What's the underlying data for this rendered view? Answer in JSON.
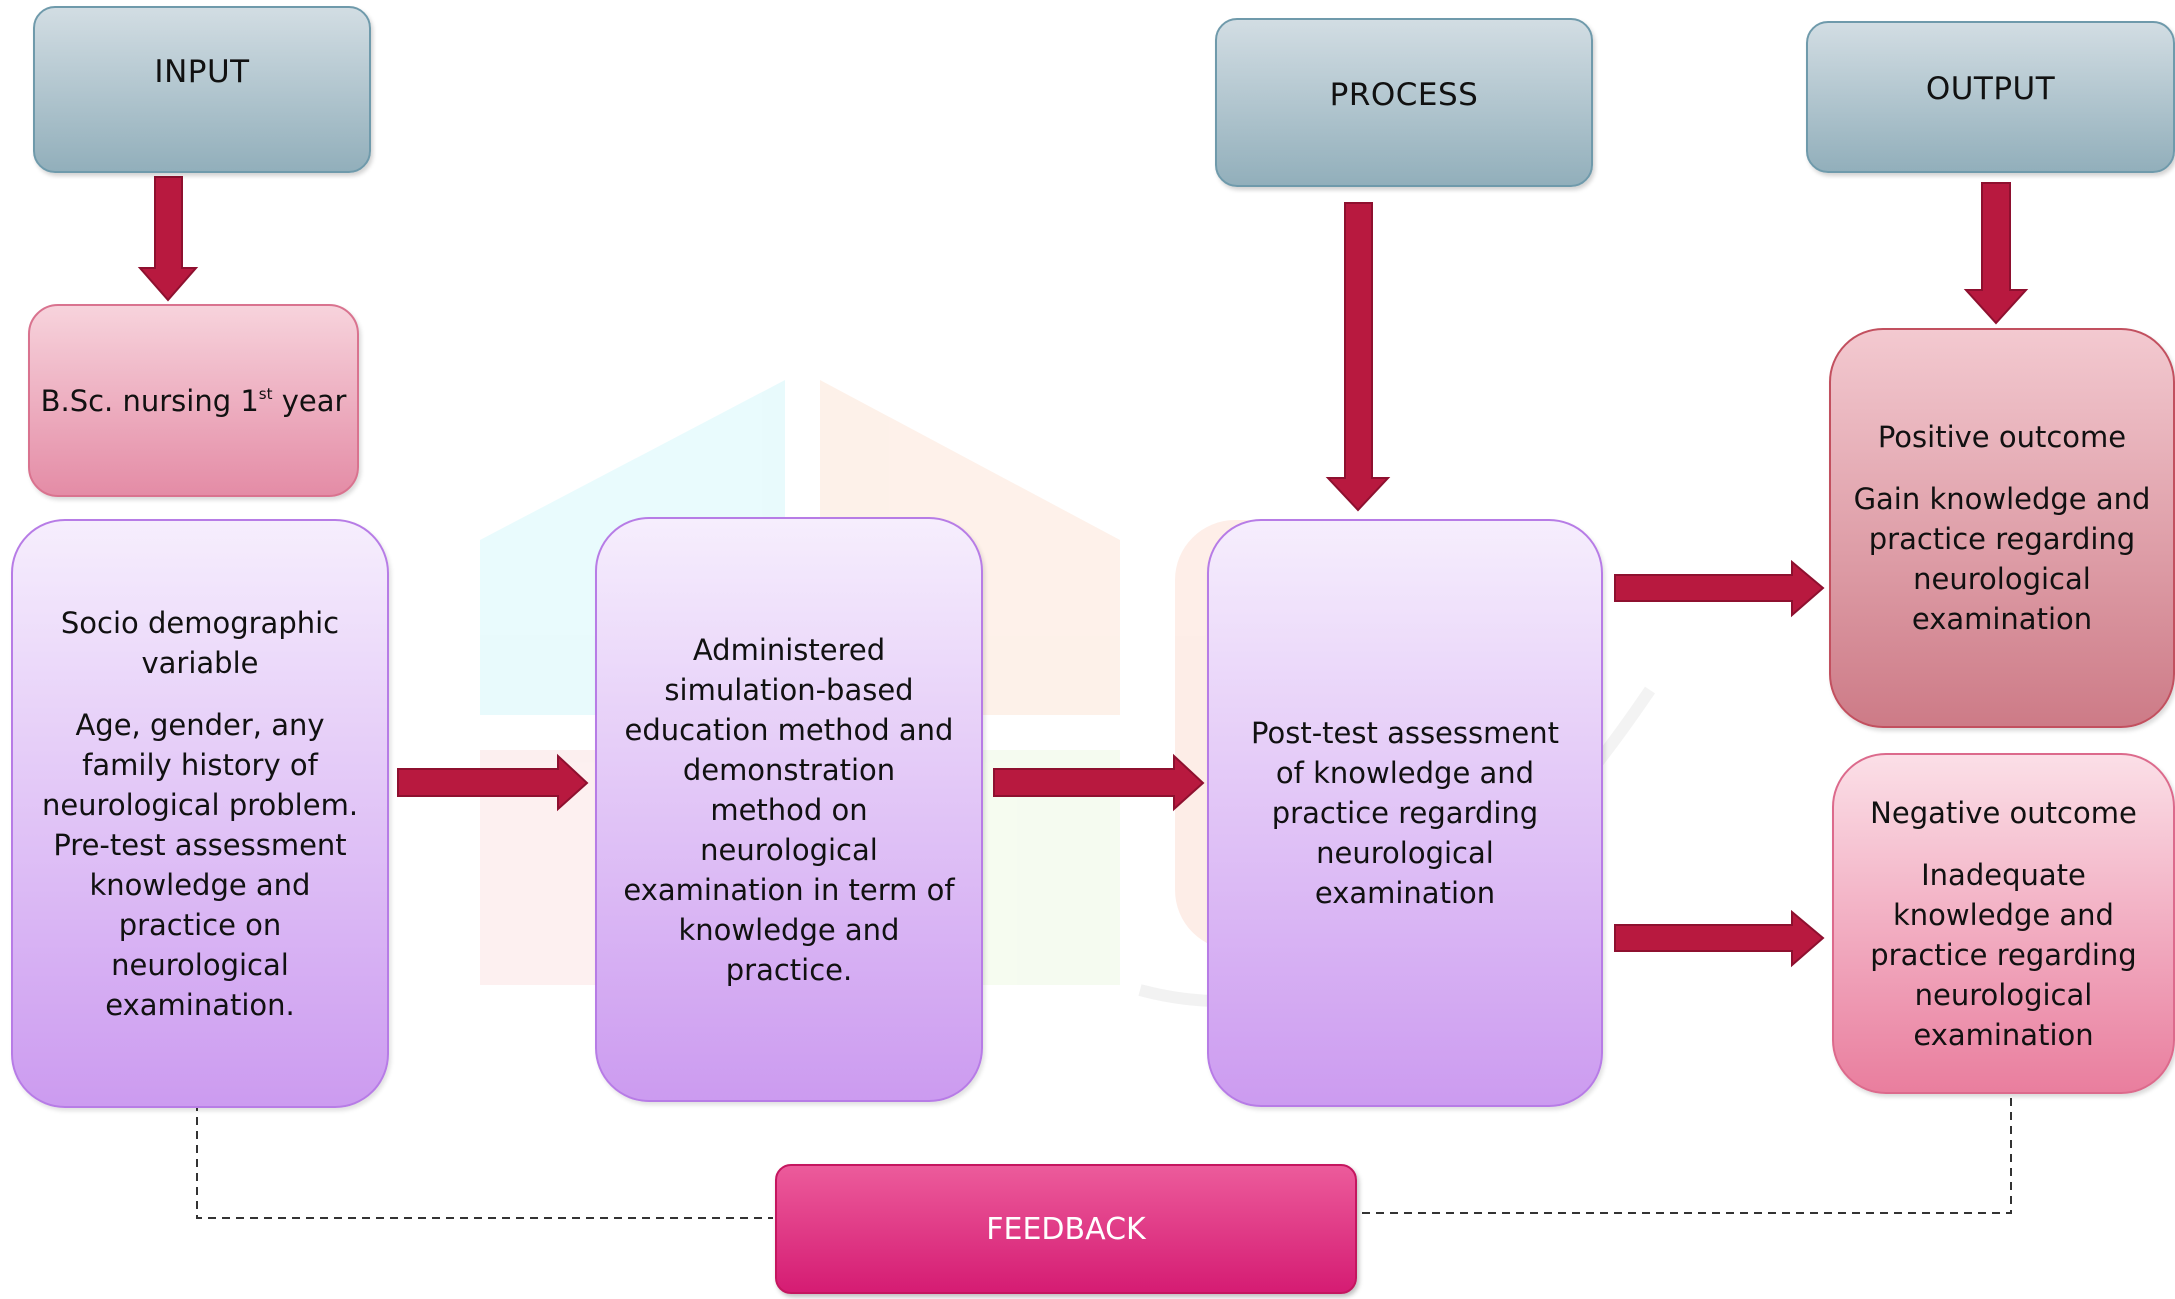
{
  "headers": {
    "input": "INPUT",
    "process": "PROCESS",
    "output": "OUTPUT"
  },
  "input_group": {
    "label_main": "B.Sc. nursing 1",
    "label_sup": "st",
    "label_end": " year"
  },
  "boxes": {
    "socio_title": "Socio demographic variable",
    "socio_body": "Age, gender, any family history of neurological problem. Pre-test assessment knowledge and practice on neurological examination.",
    "intervention": "Administered simulation-based education method and demonstration method on neurological examination in term of knowledge and practice.",
    "posttest": "Post-test assessment of knowledge and practice regarding neurological examination",
    "positive_title": "Positive outcome",
    "positive_body": "Gain knowledge and practice regarding neurological examination",
    "negative_title": "Negative outcome",
    "negative_body": "Inadequate knowledge and practice regarding neurological examination"
  },
  "feedback": "FEEDBACK",
  "colors": {
    "arrow": "#b8193f",
    "header_fill": "#b3c7cf",
    "purple_fill": "#dcbaf5",
    "feedback_fill": "#de2d80"
  }
}
